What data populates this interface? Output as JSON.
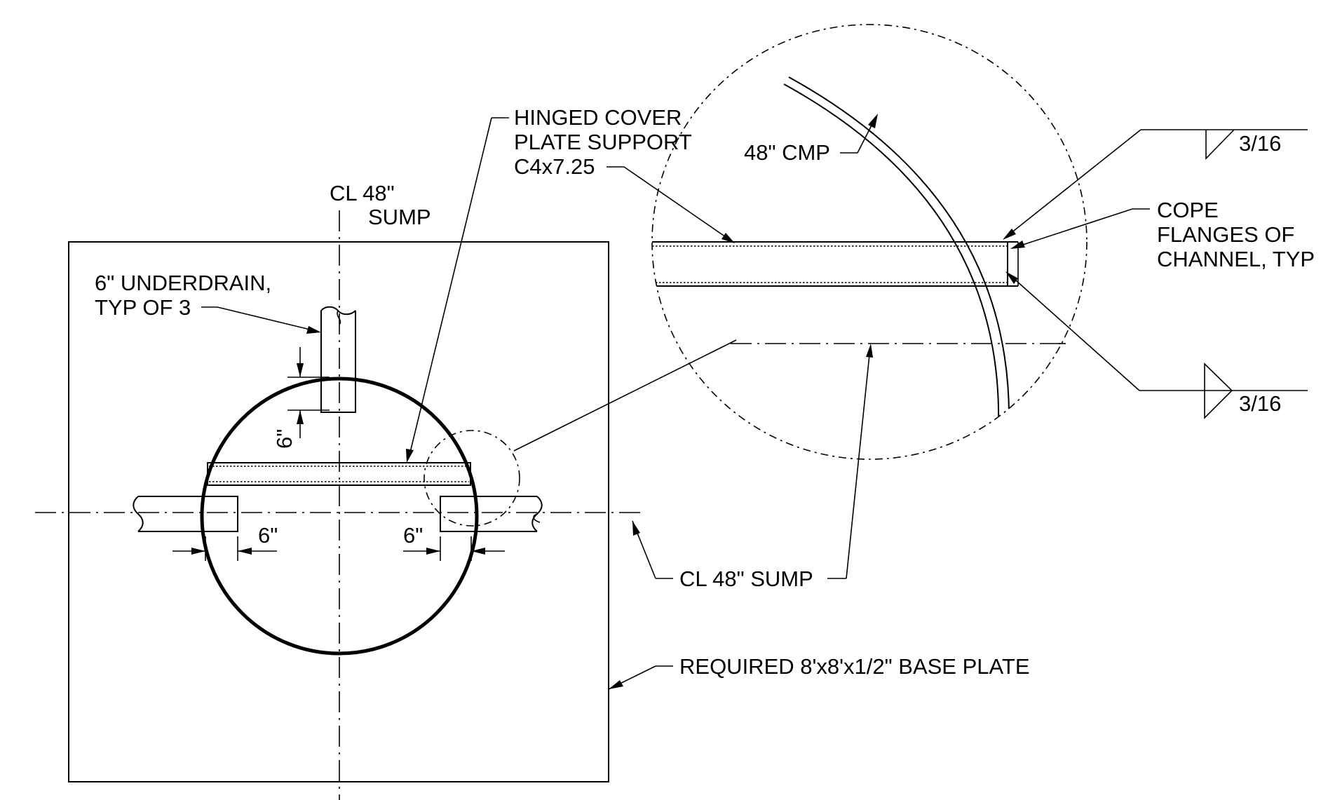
{
  "labels": {
    "hinged_cover": [
      "HINGED COVER",
      "PLATE SUPPORT",
      "C4x7.25"
    ],
    "cl_sump_top": [
      "CL 48\"",
      "SUMP"
    ],
    "underdrain": [
      "6\" UNDERDRAIN,",
      "TYP OF 3"
    ],
    "cmp": "48\" CMP",
    "cope": [
      "COPE",
      "FLANGES OF",
      "CHANNEL, TYP"
    ],
    "weld_top": "3/16",
    "weld_bottom": "3/16",
    "cl_sump_right": "CL 48\" SUMP",
    "base_plate": "REQUIRED 8'x8'x1/2\" BASE PLATE",
    "dim_vertical": "6\"",
    "dim_left": "6\"",
    "dim_right": "6\""
  }
}
